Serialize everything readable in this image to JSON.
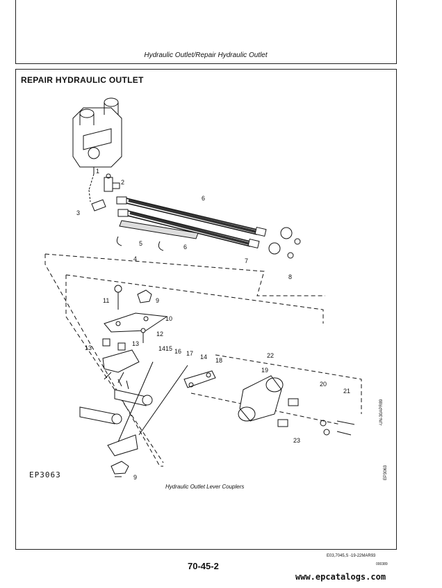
{
  "header": {
    "running_title": "Hydraulic Outlet/Repair Hydraulic Outlet"
  },
  "section": {
    "title": "REPAIR HYDRAULIC OUTLET"
  },
  "figure": {
    "code": "EP3063",
    "caption": "Hydraulic Outlet Lever Couplers",
    "side_code_1": "-UN-30APR89",
    "side_code_2": "EP3063",
    "callouts": [
      "1",
      "2",
      "3",
      "4",
      "5",
      "6",
      "6",
      "7",
      "8",
      "9",
      "9",
      "10",
      "11",
      "12",
      "13",
      "13",
      "14",
      "14",
      "15",
      "16",
      "17",
      "18",
      "19",
      "20",
      "21",
      "22",
      "23"
    ]
  },
  "footer": {
    "code": "E03,7045,S   -19-22MAR93",
    "sub_code": "000389",
    "page_number": "70-45-2",
    "watermark": "www.epcatalogs.com"
  }
}
